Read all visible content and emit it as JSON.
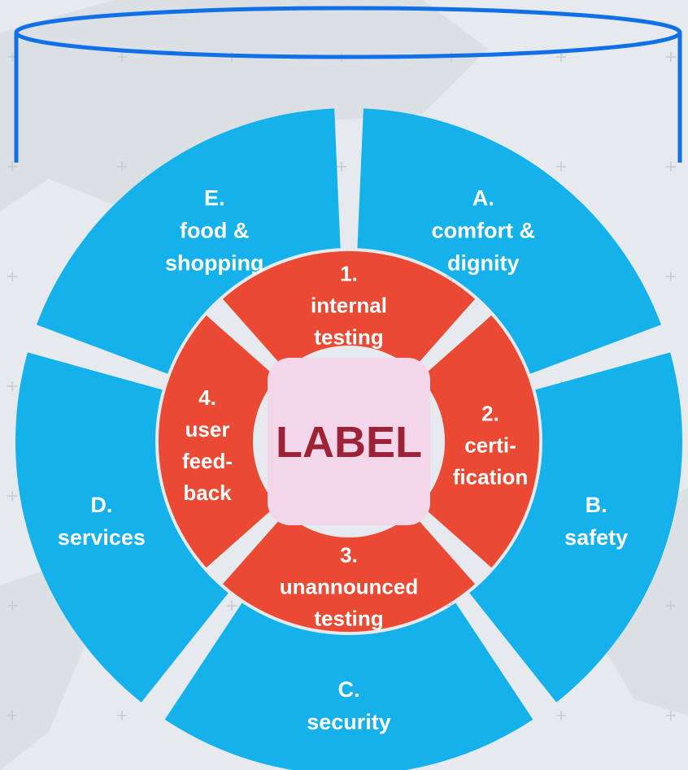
{
  "outer_segments": [
    {
      "id": "a",
      "lines": [
        "A.",
        "comfort &",
        "dignity"
      ]
    },
    {
      "id": "b",
      "lines": [
        "B.",
        "safety"
      ]
    },
    {
      "id": "c",
      "lines": [
        "C.",
        "security"
      ]
    },
    {
      "id": "d",
      "lines": [
        "D.",
        "services"
      ]
    },
    {
      "id": "e",
      "lines": [
        "E.",
        "food &",
        "shopping"
      ]
    }
  ],
  "inner_segments": [
    {
      "id": "1",
      "lines": [
        "1.",
        "internal",
        "testing"
      ]
    },
    {
      "id": "2",
      "lines": [
        "2.",
        "certi-",
        "fication"
      ]
    },
    {
      "id": "3",
      "lines": [
        "3.",
        "unannounced",
        "testing"
      ]
    },
    {
      "id": "4",
      "lines": [
        "4.",
        "user",
        "feed-",
        "back"
      ]
    }
  ],
  "center": {
    "label": "LABEL"
  },
  "colors": {
    "outer_ring": "#14b1ea",
    "inner_ring": "#ea4a33",
    "center_box": "#f4d6ea",
    "center_text": "#9b2335",
    "ring_gap": "#e9edf1",
    "map_background": "#e6eaee",
    "map_land": "#d3d8dd",
    "grid_marks": "#c2cad2",
    "bracket": "#1170e6"
  }
}
